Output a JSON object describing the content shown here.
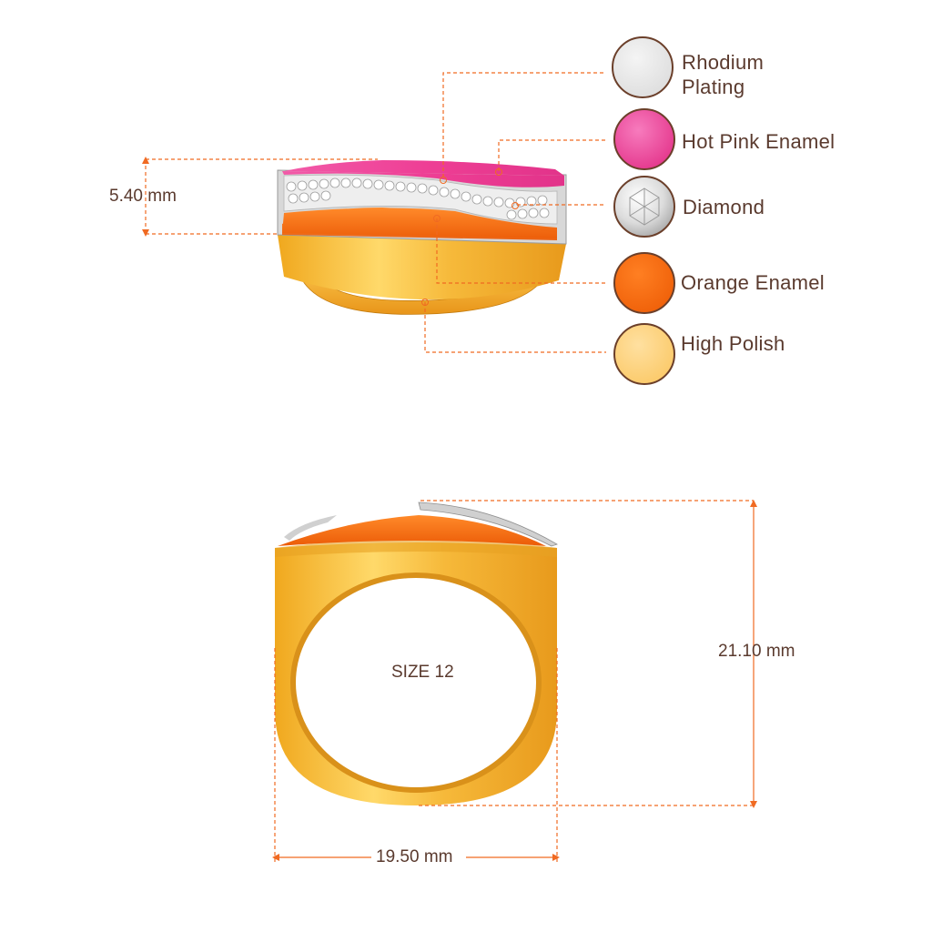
{
  "legend": {
    "items": [
      {
        "label": "Rhodium\nPlating",
        "color": "#e6e6e6"
      },
      {
        "label": "Hot Pink Enamel",
        "color": "#ee3f95"
      },
      {
        "label": "Diamond",
        "color": "#f2f2f2"
      },
      {
        "label": "Orange Enamel",
        "color": "#f26a12"
      },
      {
        "label": "High Polish",
        "color": "#fdd57e"
      }
    ]
  },
  "dimensions": {
    "height_top": "5.40 mm",
    "height_front": "21.10 mm",
    "width_front": "19.50 mm"
  },
  "size_label": "SIZE 12",
  "colors": {
    "accent_line": "#f06a22",
    "text": "#5a3a2e",
    "gold": "#f5b52e",
    "gold_dark": "#d98c10",
    "pink_enamel": "#ee3f95",
    "orange_enamel": "#f26a12",
    "rhodium": "#e6e6e6"
  }
}
